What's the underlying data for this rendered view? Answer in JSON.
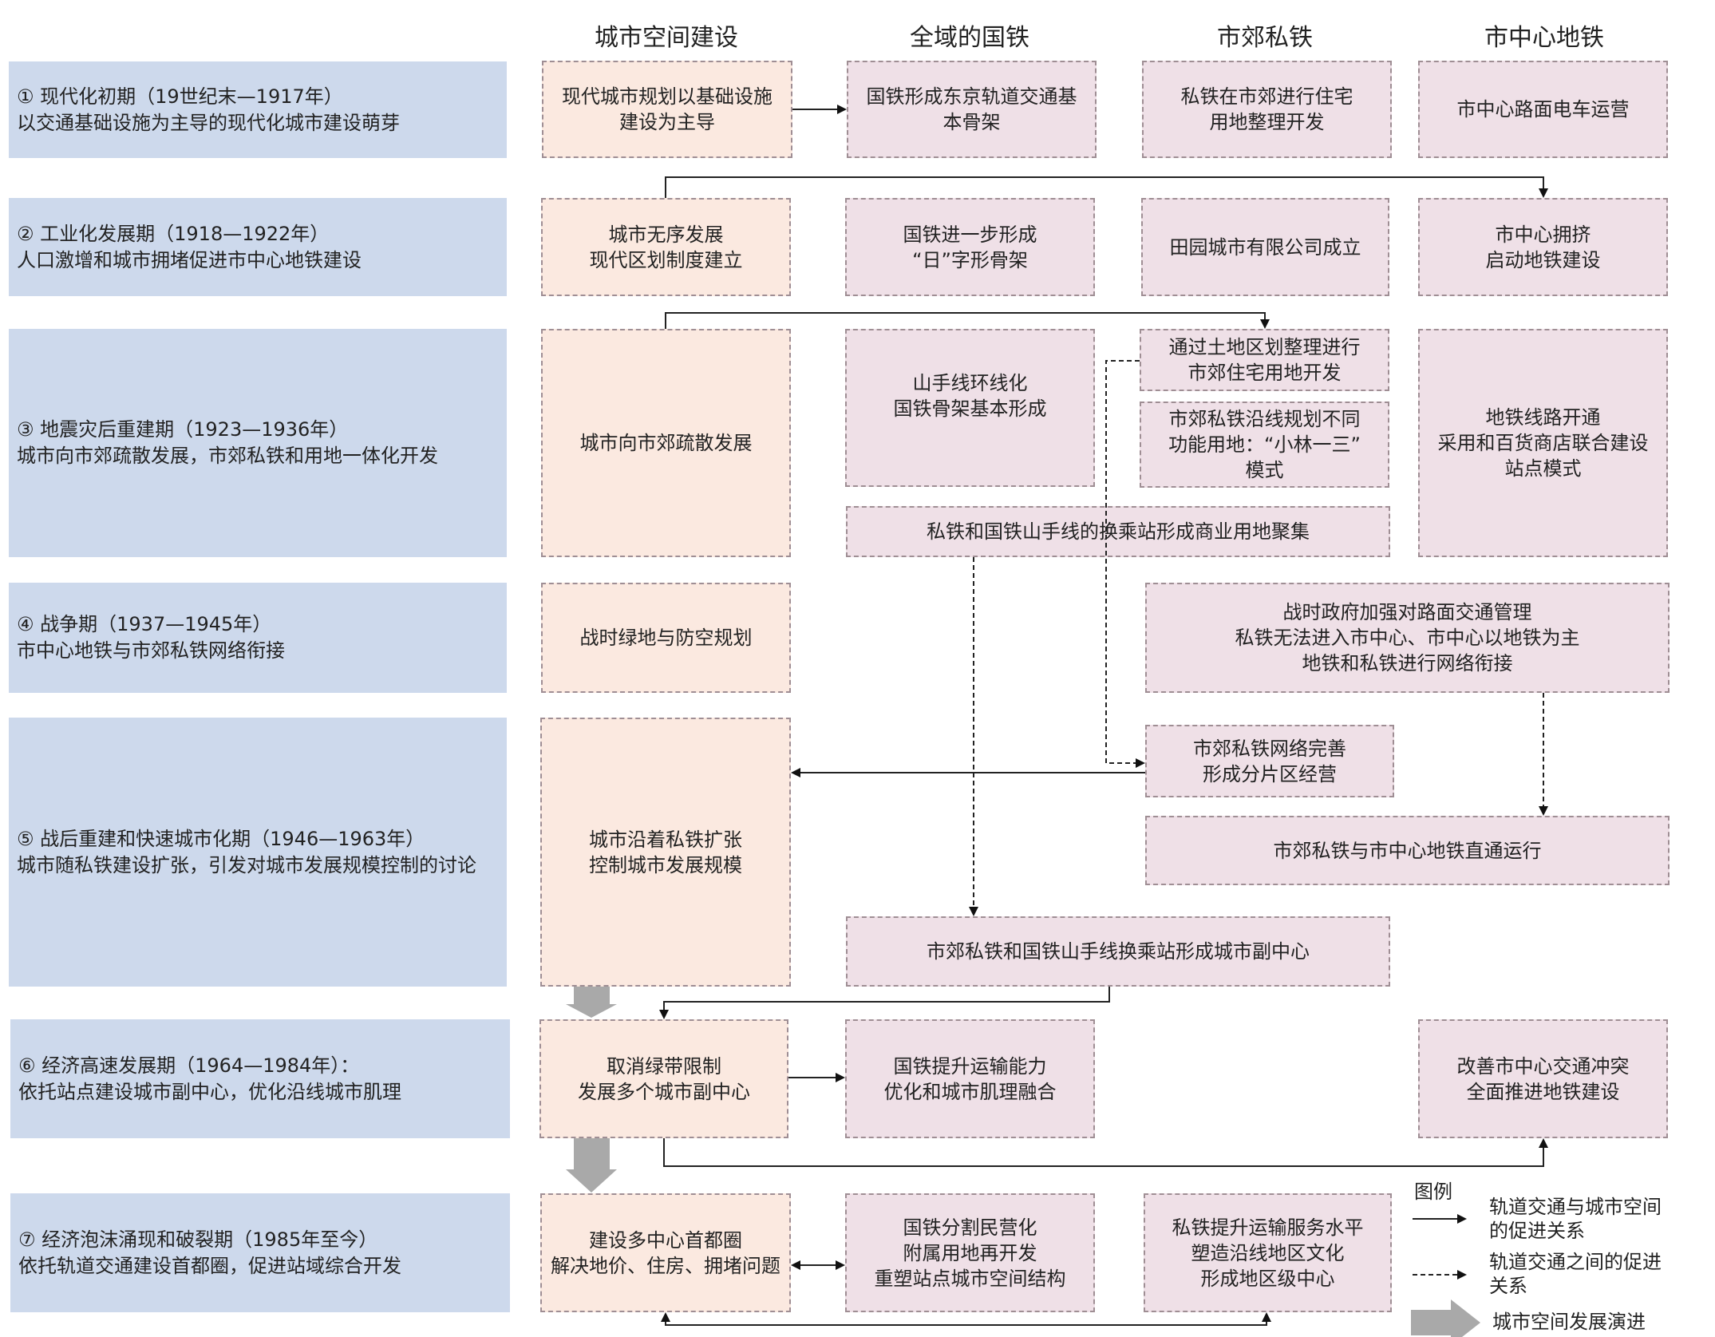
{
  "columns": [
    "城市空间建设",
    "全域的国铁",
    "市郊私铁",
    "市中心地铁"
  ],
  "periods": [
    {
      "title": "①  现代化初期（19世纪末—1917年）",
      "desc": "以交通基础设施为主导的现代化城市建设萌芽"
    },
    {
      "title": "②  工业化发展期（1918—1922年）",
      "desc": "人口激增和城市拥堵促进市中心地铁建设"
    },
    {
      "title": "③  地震灾后重建期（1923—1936年）",
      "desc": "城市向市郊疏散发展，市郊私铁和用地一体化开发"
    },
    {
      "title": "④  战争期（1937—1945年）",
      "desc": "市中心地铁与市郊私铁网络衔接"
    },
    {
      "title": "⑤  战后重建和快速城市化期（1946—1963年）",
      "desc": "城市随私铁建设扩张，引发对城市发展规模控制的讨论"
    },
    {
      "title": "⑥  经济高速发展期（1964—1984年）：",
      "desc": "依托站点建设城市副中心，优化沿线城市肌理"
    },
    {
      "title": "⑦  经济泡沫涌现和破裂期（1985年至今）",
      "desc": "依托轨道交通建设首都圈，促进站域综合开发"
    }
  ],
  "boxes": {
    "r1_city": "现代城市规划以基础设施\n建设为主导",
    "r1_jr": "国铁形成东京轨道交通基\n本骨架",
    "r1_private": "私铁在市郊进行住宅\n用地整理开发",
    "r1_metro": "市中心路面电车运营",
    "r2_city": "城市无序发展\n现代区划制度建立",
    "r2_jr": "国铁进一步形成\n“日”字形骨架",
    "r2_private": "田园城市有限公司成立",
    "r2_metro": "市中心拥挤\n启动地铁建设",
    "r3_city": "城市向市郊疏散发展",
    "r3_jr": "山手线环线化\n国铁骨架基本形成",
    "r3_private_a": "通过土地区划整理进行\n市郊住宅用地开发",
    "r3_private_b": "市郊私铁沿线规划不同\n功能用地：“小林一三”\n模式",
    "r3_metro": "地铁线路开通\n采用和百货商店联合建设\n站点模式",
    "r3_transfer": "私铁和国铁山手线的换乘站形成商业用地聚集",
    "r4_city": "战时绿地与防空规划",
    "r4_private_metro": "战时政府加强对路面交通管理\n私铁无法进入市中心、市中心以地铁为主\n地铁和私铁进行网络衔接",
    "r5_city": "城市沿着私铁扩张\n控制城市发展规模",
    "r5_private": "市郊私铁网络完善\n形成分片区经营",
    "r5_through": "市郊私铁与市中心地铁直通运行",
    "r5_subcenter": "市郊私铁和国铁山手线换乘站形成城市副中心",
    "r6_city": "取消绿带限制\n发展多个城市副中心",
    "r6_jr": "国铁提升运输能力\n优化和城市肌理融合",
    "r6_metro": "改善市中心交通冲突\n全面推进地铁建设",
    "r7_city": "建设多中心首都圈\n解决地价、住房、拥堵问题",
    "r7_jr": "国铁分割民营化\n附属用地再开发\n重塑站点城市空间结构",
    "r7_private": "私铁提升运输服务水平\n塑造沿线地区文化\n形成地区级中心"
  },
  "legend": {
    "title": "图例",
    "solid": "轨道交通与城市空间\n的促进关系",
    "dashed": "轨道交通之间的促进\n关系",
    "big": "城市空间发展演进"
  },
  "colors": {
    "period_bg": "#cdd9ec",
    "city_box": "#fbe9e0",
    "rail_box": "#efe0e7",
    "border": "#9f8e94",
    "arrow_big": "#a9a9a9"
  }
}
